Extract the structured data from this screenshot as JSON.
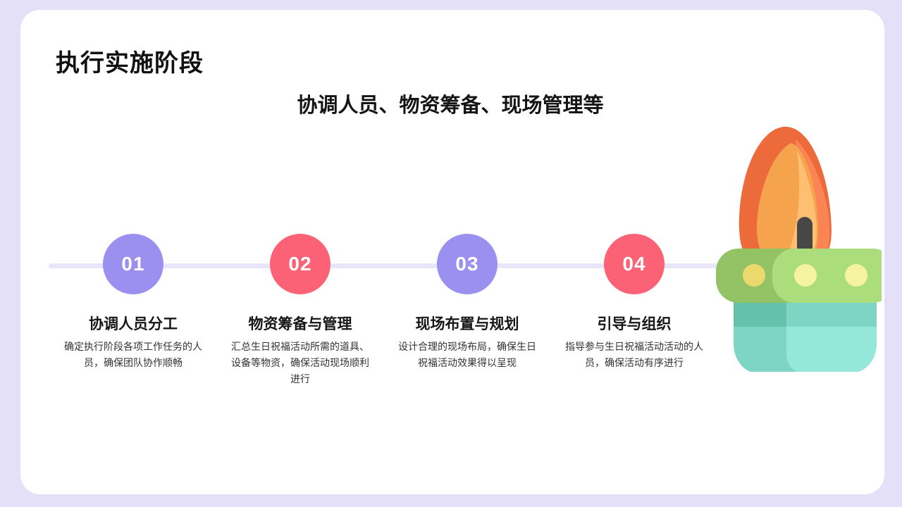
{
  "page": {
    "title": "执行实施阶段",
    "subtitle": "协调人员、物资筹备、现场管理等"
  },
  "steps": [
    {
      "number": "01",
      "title": "协调人员分工",
      "description": "确定执行阶段各项工作任务的人员，确保团队协作顺畅",
      "color": "#9b8ff0"
    },
    {
      "number": "02",
      "title": "物资筹备与管理",
      "description": "汇总生日祝福活动所需的道具、设备等物资，确保活动现场顺利进行",
      "color": "#fb6275"
    },
    {
      "number": "03",
      "title": "现场布置与规划",
      "description": "设计合理的现场布局，确保生日祝福活动效果得以呈现",
      "color": "#9b8ff0"
    },
    {
      "number": "04",
      "title": "引导与组织",
      "description": "指导参与生日祝福活动活动的人员，确保活动有序进行",
      "color": "#fb6275"
    }
  ],
  "colors": {
    "background": "#e4e0f8",
    "card": "#ffffff",
    "timeline": "#e9e6fa",
    "accent_purple": "#9b8ff0",
    "accent_red": "#fb6275"
  },
  "illustration": {
    "icon": "candle-icon"
  }
}
